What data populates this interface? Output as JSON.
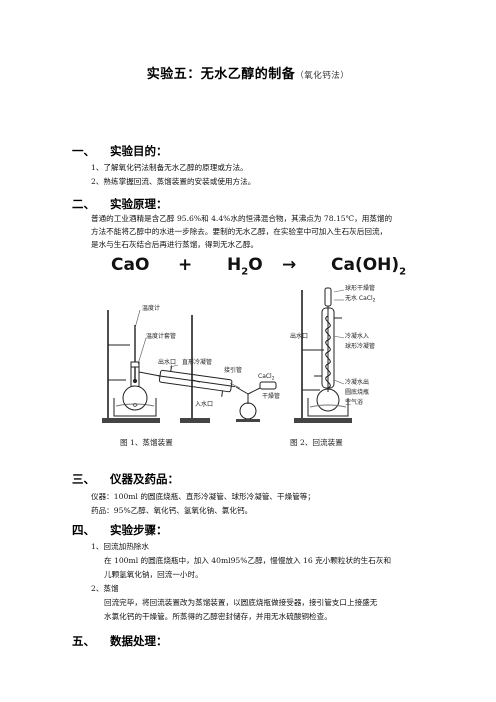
{
  "doc": {
    "title": "实验五：无水乙醇的制备",
    "title_note": "（氧化钙法）"
  },
  "sections": [
    {
      "num": "一、",
      "title": "实验目的：",
      "lines": [
        "1、了解氧化钙法制备无水乙醇的原理或方法。",
        "2、熟练掌握回流、蒸馏装置的安装或使用方法。"
      ]
    },
    {
      "num": "二、",
      "title": "实验原理：",
      "lines": [
        "普通的工业酒精是含乙醇 95.6%和 4.4%水的恒沸混合物，其沸点为 78.15℃，用蒸馏的",
        "方法不能将乙醇中的水进一步除去。要制的无水乙醇，在实验室中可加入生石灰后回流，",
        "是水与生石灰结合后再进行蒸馏，得到无水乙醇。"
      ]
    },
    {
      "num": "三、",
      "title": "仪器及药品：",
      "lines": [
        "仪器：100ml 的圆底烧瓶、直形冷凝管、球形冷凝管、干燥管等；",
        "药品：95%乙醇、氧化钙、氢氧化钠、氯化钙。"
      ]
    },
    {
      "num": "四、",
      "title": "实验步骤：",
      "lines": [
        "1、回流加热除水",
        "在 100ml 的圆底烧瓶中，加入 40ml95%乙醇，慢慢放入 16 克小颗粒状的生石灰和",
        "儿颗氢氧化钠，回流一小时。",
        "2、蒸馏",
        "回流完毕，将回流装置改为蒸馏装置，以圆底烧瓶做接受器，接引管支口上接盛无",
        "水氯化钙的干燥管。所蒸得的乙醇密封储存，并用无水硫酸铜检查。"
      ]
    },
    {
      "num": "五、",
      "title": "数据处理："
    }
  ],
  "equation": {
    "reactant1": "CaO",
    "plus": "+",
    "reactant2": "H",
    "reactant2_sub": "2",
    "reactant2_tail": "O",
    "arrow": "→",
    "product": "Ca(OH)",
    "product_sub": "2"
  },
  "figures": {
    "fig1": {
      "caption": "图 1、蒸馏装置",
      "labels": {
        "thermometer": "温度计",
        "thermo_sleeve": "温度计套管",
        "water_out": "出水口",
        "condenser": "直形冷凝管",
        "adapter": "接引管",
        "water_in": "入水口",
        "dry_tube": "干燥管",
        "cacl2": "CaCl",
        "cacl2_sub": "2"
      }
    },
    "fig2": {
      "caption": "图 2、回流装置",
      "labels": {
        "top1": "球形干燥管",
        "top2": "无水 CaCl",
        "top2_sub": "2",
        "water_out": "出水口",
        "cooling_water1": "冷凝水入",
        "cooling_water2": "球形冷凝管",
        "ball1": "冷凝水出",
        "ball2": "圆底烧瓶",
        "ball3": "空气浴"
      }
    }
  }
}
